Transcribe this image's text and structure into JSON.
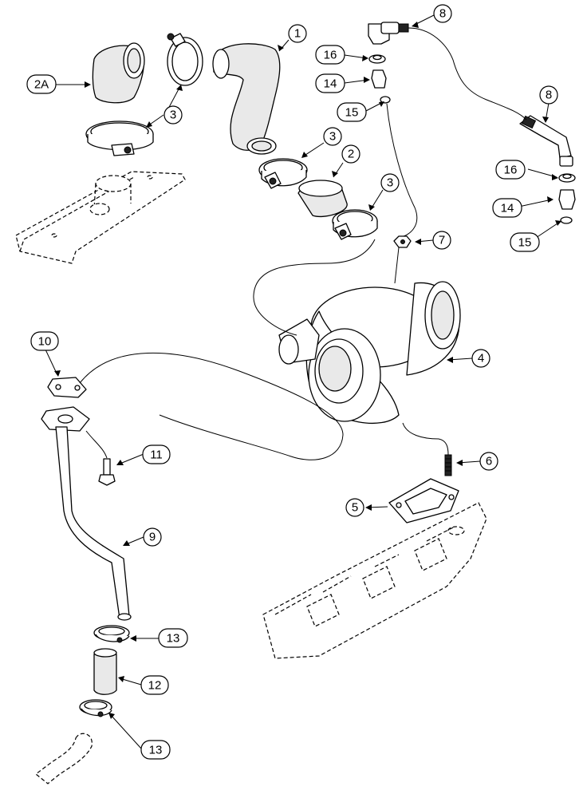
{
  "callouts": [
    {
      "id": "c-1",
      "label": "1"
    },
    {
      "id": "c-2",
      "label": "2"
    },
    {
      "id": "c-2a",
      "label": "2A"
    },
    {
      "id": "c-3a",
      "label": "3"
    },
    {
      "id": "c-3b",
      "label": "3"
    },
    {
      "id": "c-3c",
      "label": "3"
    },
    {
      "id": "c-4",
      "label": "4"
    },
    {
      "id": "c-5",
      "label": "5"
    },
    {
      "id": "c-6",
      "label": "6"
    },
    {
      "id": "c-7",
      "label": "7"
    },
    {
      "id": "c-8a",
      "label": "8"
    },
    {
      "id": "c-8b",
      "label": "8"
    },
    {
      "id": "c-9",
      "label": "9"
    },
    {
      "id": "c-10",
      "label": "10"
    },
    {
      "id": "c-11",
      "label": "11"
    },
    {
      "id": "c-12",
      "label": "12"
    },
    {
      "id": "c-13a",
      "label": "13"
    },
    {
      "id": "c-13b",
      "label": "13"
    },
    {
      "id": "c-14a",
      "label": "14"
    },
    {
      "id": "c-14b",
      "label": "14"
    },
    {
      "id": "c-15a",
      "label": "15"
    },
    {
      "id": "c-15b",
      "label": "15"
    },
    {
      "id": "c-16a",
      "label": "16"
    },
    {
      "id": "c-16b",
      "label": "16"
    }
  ]
}
